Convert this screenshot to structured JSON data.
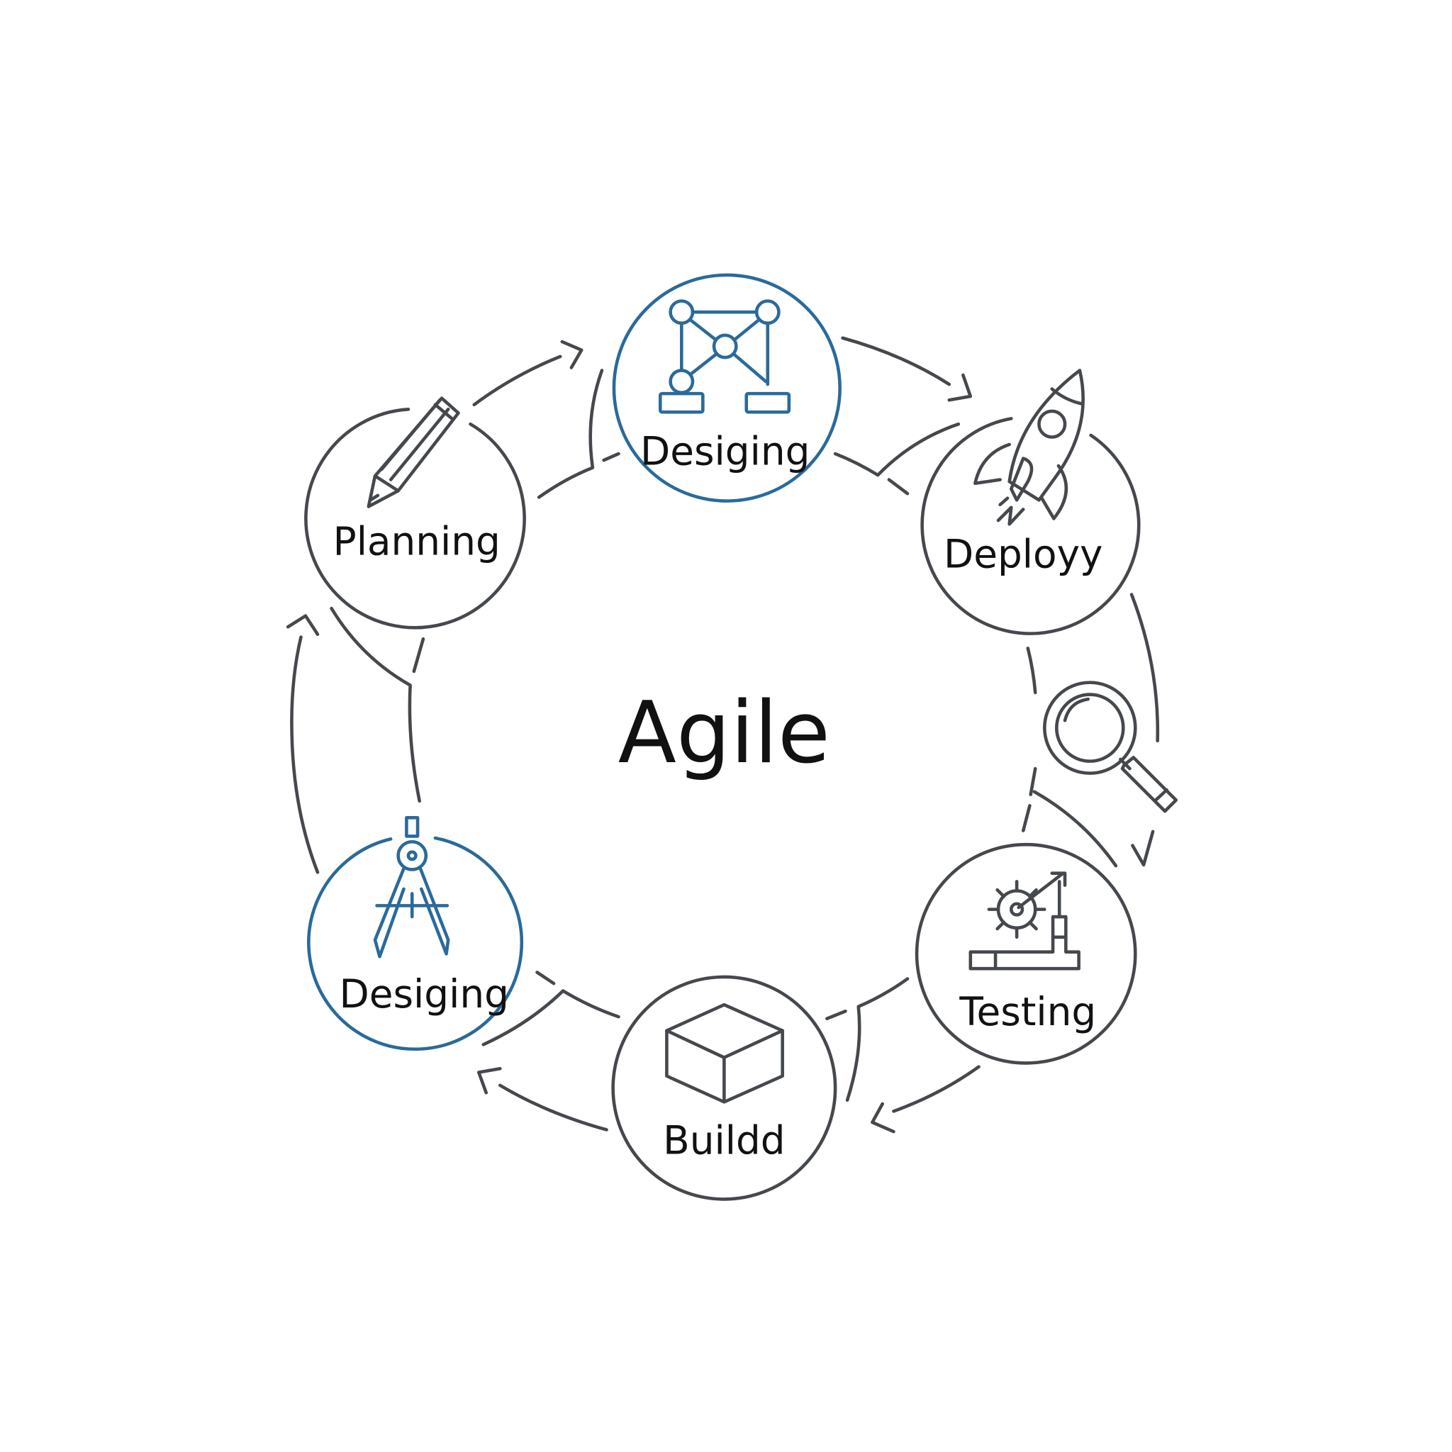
{
  "title": "Agile",
  "colors": {
    "accent": "#2a6a9c",
    "stroke": "#45484d",
    "text": "#111111"
  },
  "stages": [
    {
      "label": "Desiging",
      "icon": "network-diagram-icon"
    },
    {
      "label": "Deployy",
      "icon": "rocket-icon"
    },
    {
      "label": "Testing",
      "icon": "gear-chart-icon"
    },
    {
      "label": "Buildd",
      "icon": "box-icon"
    },
    {
      "label": "Desiging",
      "icon": "compass-icon"
    },
    {
      "label": "Planning",
      "icon": "pencil-icon"
    }
  ],
  "extra_icon": "magnifier-icon"
}
